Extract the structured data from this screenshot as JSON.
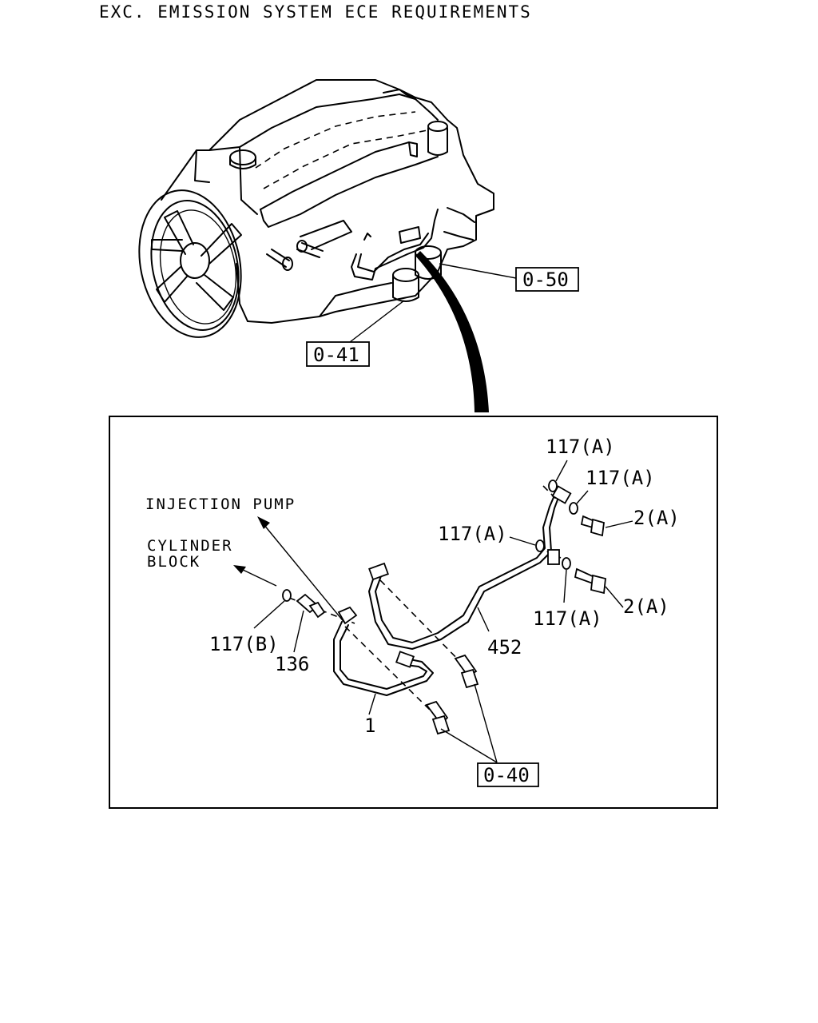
{
  "header": {
    "title": "EXC. EMISSION SYSTEM ECE REQUIREMENTS"
  },
  "references": {
    "ref_0_50": "0-50",
    "ref_0_41": "0-41",
    "ref_0_40": "0-40"
  },
  "notes": {
    "injection_pump": "INJECTION PUMP",
    "cylinder_block_line1": "CYLINDER",
    "cylinder_block_line2": "BLOCK"
  },
  "callouts": {
    "c117a_1": "117(A)",
    "c117a_2": "117(A)",
    "c117a_3": "117(A)",
    "c117a_4": "117(A)",
    "c2a_1": "2(A)",
    "c2a_2": "2(A)",
    "c452": "452",
    "c117b": "117(B)",
    "c136": "136",
    "c1": "1"
  }
}
